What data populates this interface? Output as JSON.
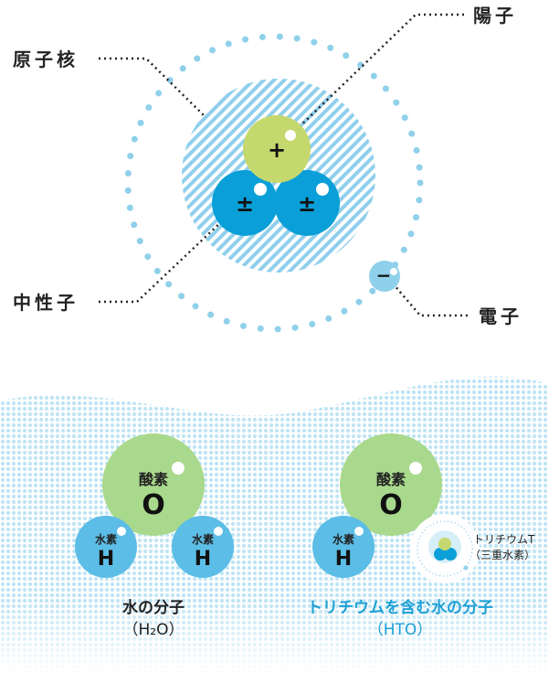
{
  "atom": {
    "nucleus_label": "原子核",
    "proton_label": "陽子",
    "neutron_label": "中性子",
    "electron_label": "電子",
    "proton_sign": "+",
    "neutron_sign": "±",
    "electron_sign": "−"
  },
  "molecules": {
    "oxygen_label": "酸素",
    "oxygen_symbol": "O",
    "hydrogen_label": "水素",
    "hydrogen_symbol": "H",
    "tritium_label": "トリチウムT",
    "tritium_sub": "（三重水素）",
    "h2o_title": "水の分子",
    "h2o_formula": "（H₂O）",
    "hto_title": "トリチウムを含む水の分子",
    "hto_formula": "（HTO）"
  },
  "colors": {
    "proton": "#c5d86d",
    "neutron": "#0a9fd8",
    "electron": "#8fd0ea",
    "oxygen": "#a9d98c",
    "hydrogen": "#5cbde6",
    "accent_text": "#1ea0d6"
  }
}
